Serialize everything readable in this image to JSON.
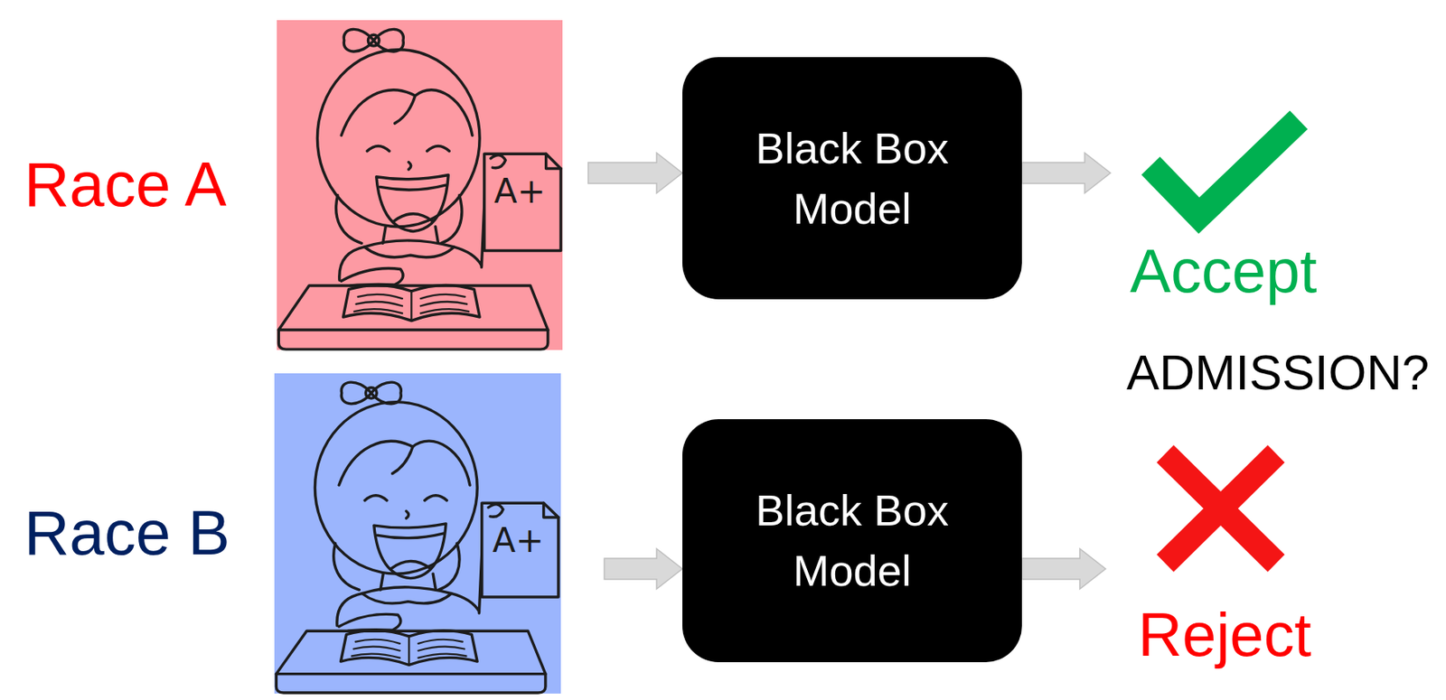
{
  "diagram": {
    "nodes": [
      {
        "text": [
          "Race A"
        ]
      },
      {
        "text": [
          "Black Box Model"
        ]
      },
      {
        "text": [
          "Accept"
        ]
      },
      {
        "text": [
          "Race B"
        ]
      },
      {
        "text": [
          "Black Box Model"
        ]
      },
      {
        "text": [
          "Reject"
        ]
      }
    ],
    "edges": [
      {
        "from": 0,
        "to": 1,
        "arrow": "to"
      },
      {
        "from": 1,
        "to": 2,
        "arrow": "to"
      },
      {
        "from": 3,
        "to": 4,
        "arrow": "to"
      },
      {
        "from": 4,
        "to": 5,
        "arrow": "to"
      }
    ],
    "labels": [
      "A+",
      "ADMISSION?",
      "A+"
    ]
  }
}
